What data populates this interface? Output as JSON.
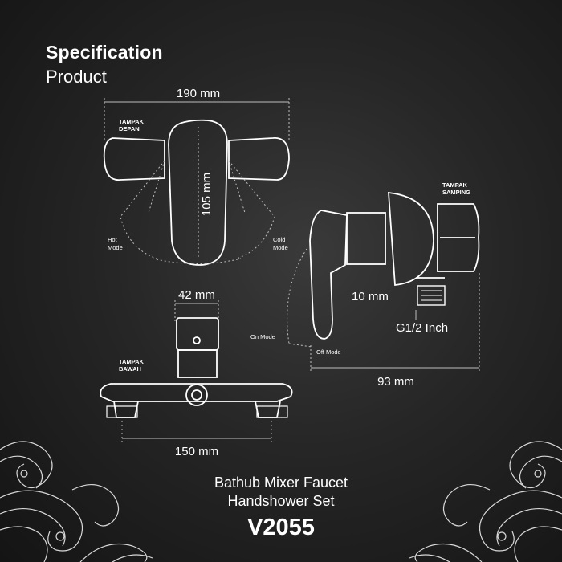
{
  "header": {
    "title": "Specification",
    "subtitle": "Product"
  },
  "views": {
    "front": {
      "tag_line1": "TAMPAK",
      "tag_line2": "DEPAN",
      "width": "190 mm",
      "height": "105 mm",
      "hot_line1": "Hot",
      "hot_line2": "Mode",
      "cold_line1": "Cold",
      "cold_line2": "Mode"
    },
    "side": {
      "tag_line1": "TAMPAK",
      "tag_line2": "SAMPING",
      "thread_len": "10 mm",
      "thread": "G1/2 Inch",
      "depth": "93 mm",
      "on_mode": "On Mode",
      "off_mode": "Off Mode"
    },
    "bottom": {
      "tag_line1": "TAMPAK",
      "tag_line2": "BAWAH",
      "spout": "42 mm",
      "span": "150 mm"
    }
  },
  "product": {
    "line1": "Bathub Mixer Faucet",
    "line2": "Handshower Set",
    "code": "V2055"
  },
  "colors": {
    "background": "#1e1e1e",
    "line": "#ffffff",
    "dim_line": "#bdbdbd"
  }
}
